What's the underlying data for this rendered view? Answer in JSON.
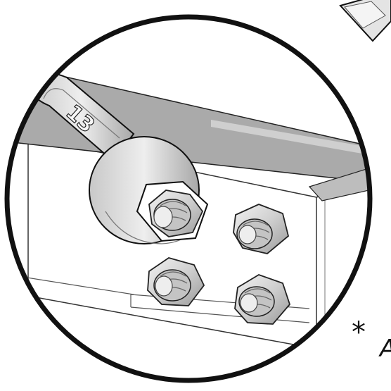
{
  "wrench": {
    "size_label": "13"
  },
  "footnote": {
    "mark": "*",
    "partial_letter": "A"
  },
  "colors": {
    "outline": "#111111",
    "bar_shade": "#a9a9a9",
    "bar_top": "#c9c9c9",
    "metal_light": "#e6e6e6",
    "metal_mid": "#bdbdbd",
    "metal_dark": "#8a8a8a",
    "paper": "#ffffff"
  },
  "bolts": [
    {
      "name": "bolt-top-left",
      "wrenched": true
    },
    {
      "name": "bolt-top-right",
      "wrenched": false
    },
    {
      "name": "bolt-bottom-left",
      "wrenched": false
    },
    {
      "name": "bolt-bottom-right",
      "wrenched": false
    }
  ]
}
